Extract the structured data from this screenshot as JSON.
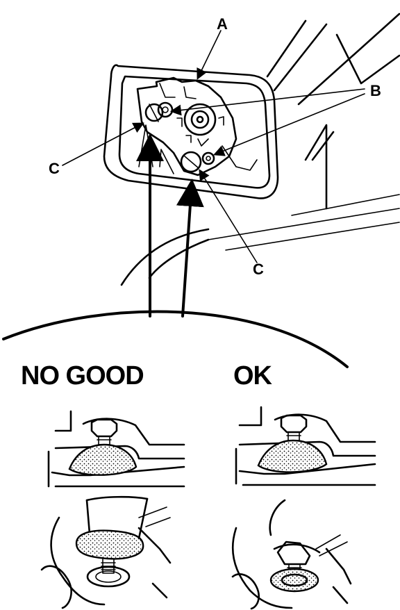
{
  "labels": {
    "a": "A",
    "b": "B",
    "c_left": "C",
    "c_bottom": "C"
  },
  "panels": {
    "no_good": "NO GOOD",
    "ok": "OK"
  },
  "colors": {
    "ink": "#000000",
    "paper": "#ffffff"
  }
}
